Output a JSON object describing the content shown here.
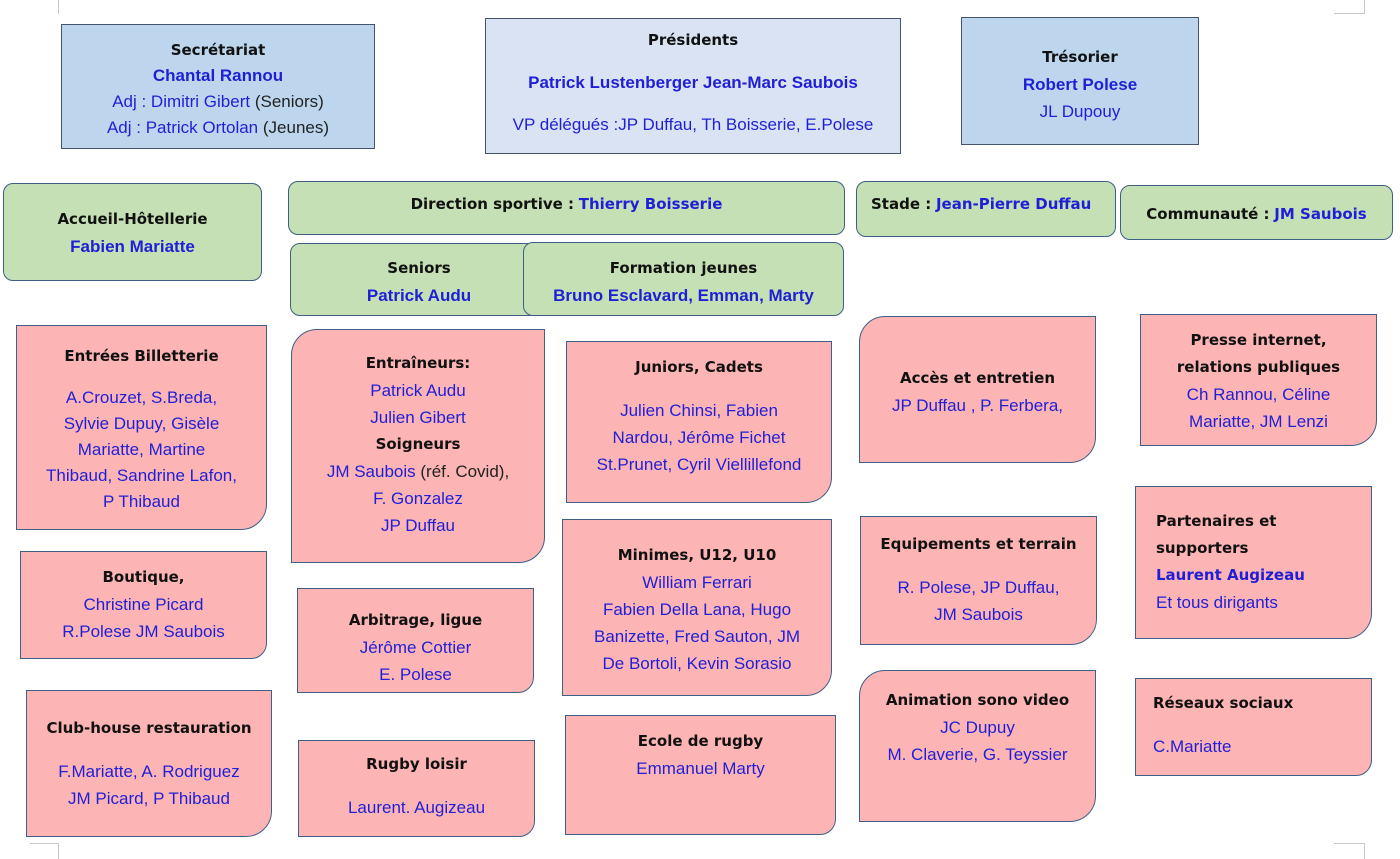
{
  "top": {
    "secretariat": {
      "title": "Secrétariat",
      "name": "Chantal Rannou",
      "adj1": "Adj : Dimitri Gibert",
      "adj1_note": "(Seniors)",
      "adj2": "Adj : Patrick Ortolan",
      "adj2_note": "(Jeunes)"
    },
    "presidents": {
      "title": "Présidents",
      "names": "Patrick Lustenberger Jean-Marc Saubois",
      "vp": "VP délégués :JP Duffau, Th Boisserie, E.Polese"
    },
    "tresorier": {
      "title": "Trésorier",
      "name": "Robert Polese",
      "line2": "JL Dupouy"
    }
  },
  "green": {
    "accueil": {
      "title": "Accueil-Hôtellerie",
      "name": "Fabien Mariatte"
    },
    "direction": {
      "label": "Direction sportive :",
      "name": "Thierry Boisserie"
    },
    "stade": {
      "label": "Stade  :",
      "name": "Jean-Pierre Duffau"
    },
    "communaute": {
      "label": "Communauté  :",
      "name": "JM Saubois"
    },
    "seniors": {
      "title": "Seniors",
      "name": "Patrick Audu"
    },
    "formation": {
      "title": "Formation jeunes",
      "name": "Bruno Esclavard, Emman, Marty"
    }
  },
  "pink": {
    "entrees": {
      "title": "Entrées Billetterie",
      "lines": [
        "A.Crouzet, S.Breda,",
        "Sylvie Dupuy, Gisèle",
        "Mariatte, Martine",
        "Thibaud, Sandrine Lafon,",
        "P Thibaud"
      ]
    },
    "boutique": {
      "title": "Boutique,",
      "lines": [
        "Christine Picard",
        "R.Polese  JM Saubois"
      ]
    },
    "clubhouse": {
      "title": "Club-house restauration",
      "lines": [
        "F.Mariatte, A. Rodriguez",
        "JM Picard, P Thibaud"
      ]
    },
    "entraineurs": {
      "title": "Entraîneurs:",
      "lines": [
        "Patrick Audu",
        "Julien Gibert"
      ],
      "subtitle": "Soigneurs",
      "s_line1": "JM Saubois",
      "s_line1_note": "(réf. Covid),",
      "s_lines": [
        "F. Gonzalez",
        "JP Duffau"
      ]
    },
    "arbitrage": {
      "title": "Arbitrage, ligue",
      "lines": [
        "Jérôme Cottier",
        "E. Polese"
      ]
    },
    "rugbyloisir": {
      "title": "Rugby loisir",
      "lines": [
        "Laurent. Augizeau"
      ]
    },
    "juniors": {
      "title": "Juniors, Cadets",
      "lines": [
        "Julien Chinsi, Fabien",
        "Nardou, Jérôme Fichet",
        "St.Prunet, Cyril Viellillefond"
      ]
    },
    "minimes": {
      "title": "Minimes, U12, U10",
      "lines": [
        "William Ferrari",
        "Fabien Della Lana,  Hugo",
        "Banizette, Fred Sauton, JM",
        "De Bortoli, Kevin Sorasio"
      ]
    },
    "ecole": {
      "title": "Ecole de rugby",
      "lines": [
        "Emmanuel Marty"
      ]
    },
    "acces": {
      "title": "Accès  et entretien",
      "lines": [
        "JP Duffau , P. Ferbera,"
      ]
    },
    "equipements": {
      "title": "Equipements et  terrain",
      "lines": [
        "R. Polese, JP Duffau,",
        "JM Saubois"
      ]
    },
    "animation": {
      "title": "Animation sono  video",
      "lines": [
        "JC Dupuy",
        "M. Claverie, G. Teyssier"
      ]
    },
    "presse": {
      "title": "Presse internet,",
      "title2": "relations publiques",
      "lines": [
        "Ch Rannou, Céline",
        "Mariatte, JM Lenzi"
      ]
    },
    "partenaires": {
      "title": "Partenaires et",
      "title2": "supporters",
      "name": "Laurent Augizeau",
      "lines": [
        "Et tous dirigants"
      ]
    },
    "reseaux": {
      "title": "Réseaux sociaux",
      "lines": [
        "C.Mariatte"
      ]
    }
  }
}
